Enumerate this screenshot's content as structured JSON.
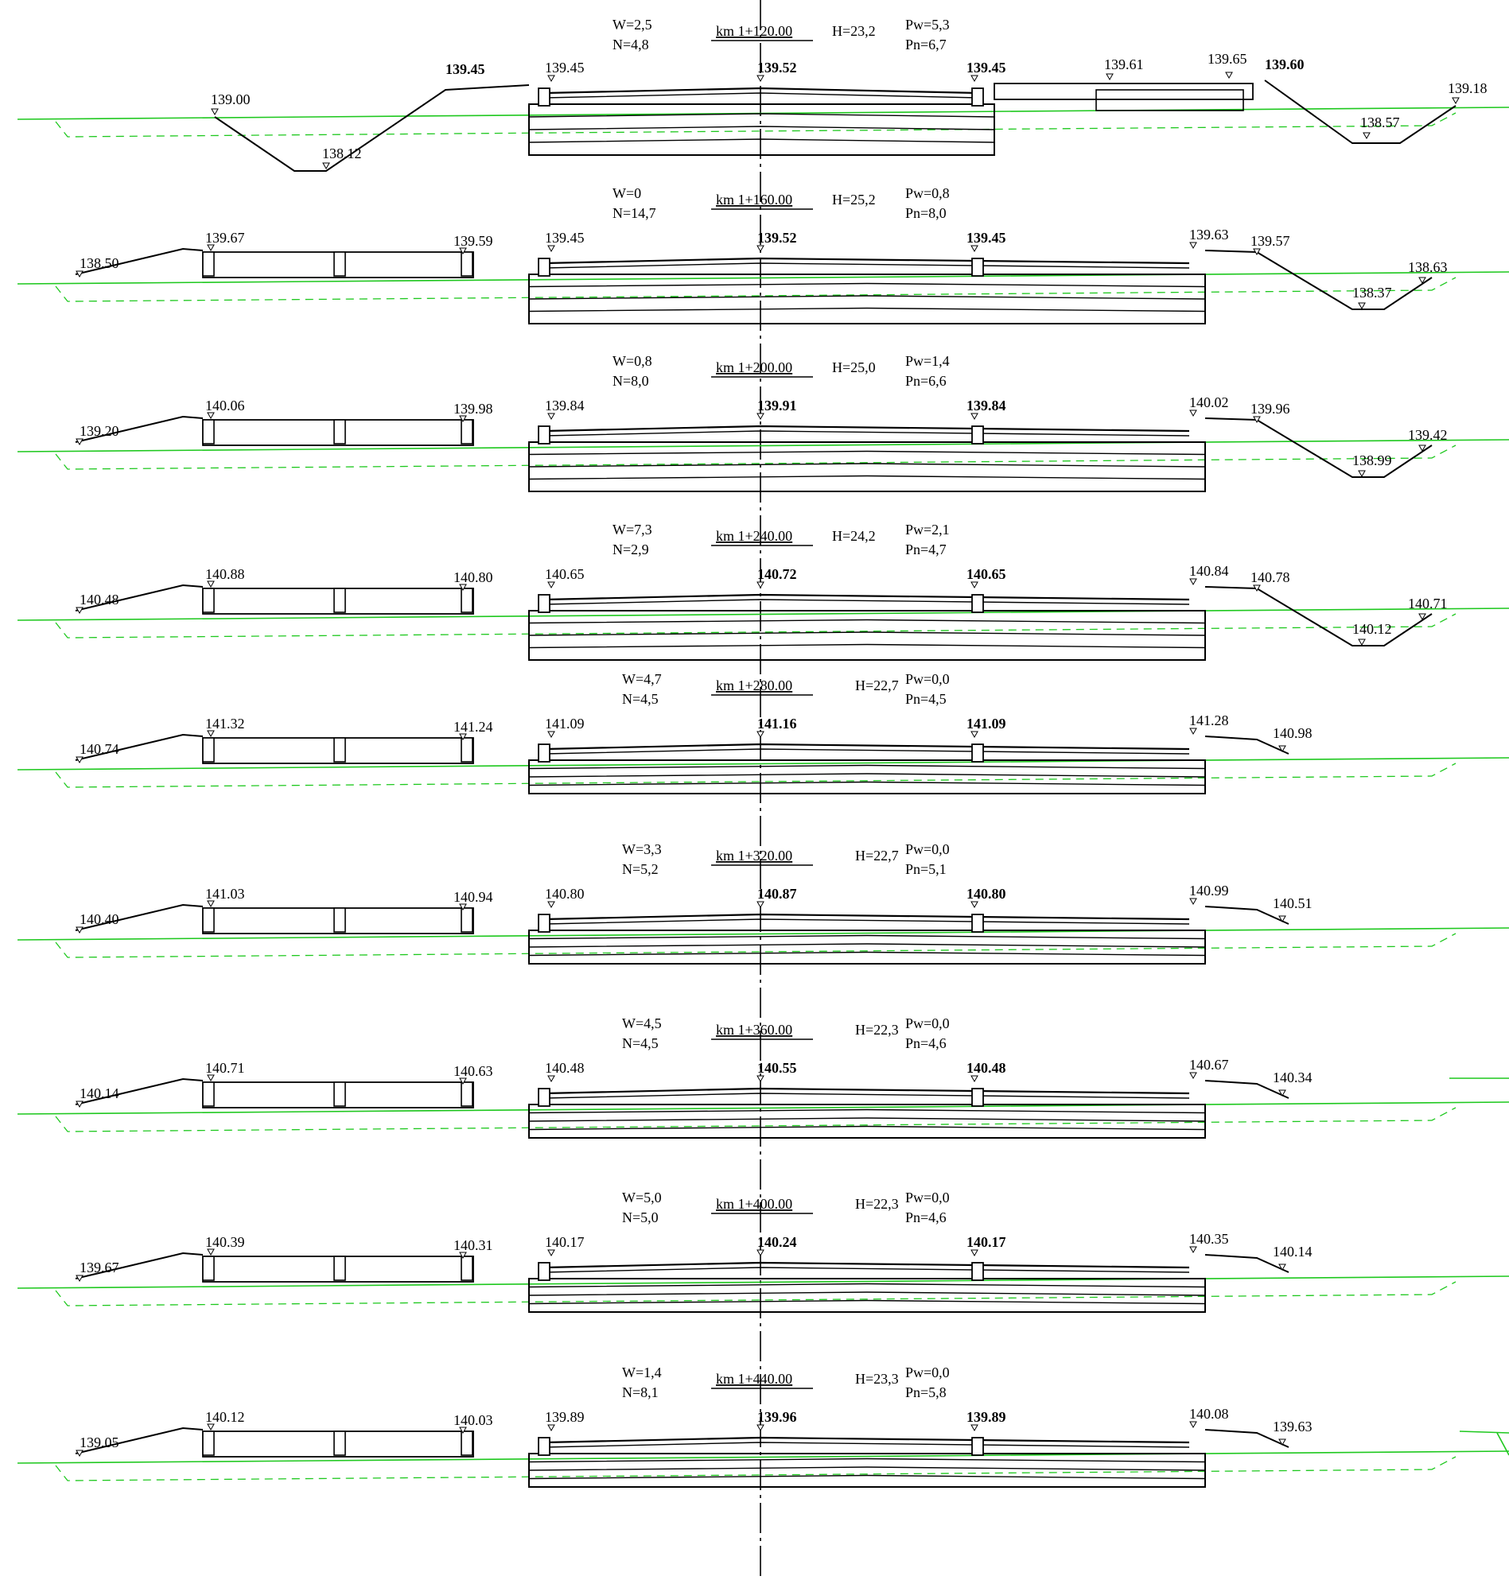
{
  "sections": [
    {
      "km": "km 1+120.00",
      "H": "H=23,2",
      "W": "W=2,5",
      "N": "N=4,8",
      "Pw": "Pw=5,3",
      "Pn": "Pn=6,7",
      "elev": {
        "axis": "139.52",
        "edge_l": "139.45",
        "edge_r": "139.45",
        "top_l": "139.45",
        "toe_l": "139.00",
        "ditch_l": "138.12",
        "r_a": "139.61",
        "r_b": "139.65",
        "r_c": "139.60",
        "ditch_r": "138.57",
        "toe_r": "139.18"
      }
    },
    {
      "km": "km 1+160.00",
      "H": "H=25,2",
      "W": "W=0",
      "N": "N=14,7",
      "Pw": "Pw=0,8",
      "Pn": "Pn=8,0",
      "elev": {
        "axis": "139.52",
        "edge_l": "139.45",
        "edge_r": "139.45",
        "walk_l": "139.67",
        "walk_r": "139.59",
        "toe_l": "138.50",
        "curb_r": "139.63",
        "top_r": "139.57",
        "ditch_r": "138.37",
        "toe_r": "138.63"
      }
    },
    {
      "km": "km 1+200.00",
      "H": "H=25,0",
      "W": "W=0,8",
      "N": "N=8,0",
      "Pw": "Pw=1,4",
      "Pn": "Pn=6,6",
      "elev": {
        "axis": "139.91",
        "edge_l": "139.84",
        "edge_r": "139.84",
        "walk_l": "140.06",
        "walk_r": "139.98",
        "toe_l": "139.20",
        "curb_r": "140.02",
        "top_r": "139.96",
        "ditch_r": "138.99",
        "toe_r": "139.42"
      }
    },
    {
      "km": "km 1+240.00",
      "H": "H=24,2",
      "W": "W=7,3",
      "N": "N=2,9",
      "Pw": "Pw=2,1",
      "Pn": "Pn=4,7",
      "elev": {
        "axis": "140.72",
        "edge_l": "140.65",
        "edge_r": "140.65",
        "walk_l": "140.88",
        "walk_r": "140.80",
        "toe_l": "140.48",
        "curb_r": "140.84",
        "top_r": "140.78",
        "ditch_r": "140.12",
        "toe_r": "140.71"
      }
    },
    {
      "km": "km 1+280.00",
      "H": "H=22,7",
      "W": "W=4,7",
      "N": "N=4,5",
      "Pw": "Pw=0,0",
      "Pn": "Pn=4,5",
      "elev": {
        "axis": "141.16",
        "edge_l": "141.09",
        "edge_r": "141.09",
        "walk_l": "141.32",
        "walk_r": "141.24",
        "toe_l": "140.74",
        "curb_r": "141.28",
        "toe_r": "140.98"
      }
    },
    {
      "km": "km 1+320.00",
      "H": "H=22,7",
      "W": "W=3,3",
      "N": "N=5,2",
      "Pw": "Pw=0,0",
      "Pn": "Pn=5,1",
      "elev": {
        "axis": "140.87",
        "edge_l": "140.80",
        "edge_r": "140.80",
        "walk_l": "141.03",
        "walk_r": "140.94",
        "toe_l": "140.40",
        "curb_r": "140.99",
        "toe_r": "140.51"
      }
    },
    {
      "km": "km 1+360.00",
      "H": "H=22,3",
      "W": "W=4,5",
      "N": "N=4,5",
      "Pw": "Pw=0,0",
      "Pn": "Pn=4,6",
      "elev": {
        "axis": "140.55",
        "edge_l": "140.48",
        "edge_r": "140.48",
        "walk_l": "140.71",
        "walk_r": "140.63",
        "toe_l": "140.14",
        "curb_r": "140.67",
        "toe_r": "140.34"
      }
    },
    {
      "km": "km 1+400.00",
      "H": "H=22,3",
      "W": "W=5,0",
      "N": "N=5,0",
      "Pw": "Pw=0,0",
      "Pn": "Pn=4,6",
      "elev": {
        "axis": "140.24",
        "edge_l": "140.17",
        "edge_r": "140.17",
        "walk_l": "140.39",
        "walk_r": "140.31",
        "toe_l": "139.67",
        "curb_r": "140.35",
        "toe_r": "140.14"
      }
    },
    {
      "km": "km 1+440.00",
      "H": "H=23,3",
      "W": "W=1,4",
      "N": "N=8,1",
      "Pw": "Pw=0,0",
      "Pn": "Pn=5,8",
      "elev": {
        "axis": "139.96",
        "edge_l": "139.89",
        "edge_r": "139.89",
        "walk_l": "140.12",
        "walk_r": "140.03",
        "toe_l": "139.05",
        "curb_r": "140.08",
        "toe_r": "139.63"
      }
    }
  ]
}
